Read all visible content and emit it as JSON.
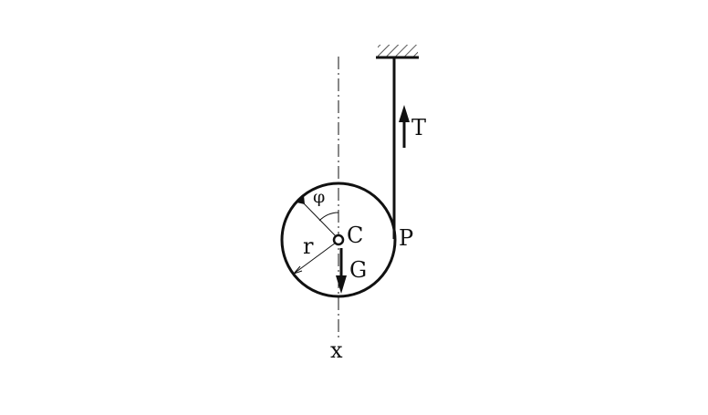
{
  "diagram": {
    "labels": {
      "tension": "T",
      "center": "C",
      "contact_point": "P",
      "weight": "G",
      "radius": "r",
      "angle": "φ",
      "axis": "x"
    },
    "colors": {
      "ink": "#111111",
      "background": "#ffffff"
    },
    "elements": [
      "ceiling-support",
      "string",
      "disk",
      "center-pin",
      "vertical-axis",
      "tension-arrow",
      "weight-arrow",
      "radius-line",
      "angle-mark"
    ]
  }
}
